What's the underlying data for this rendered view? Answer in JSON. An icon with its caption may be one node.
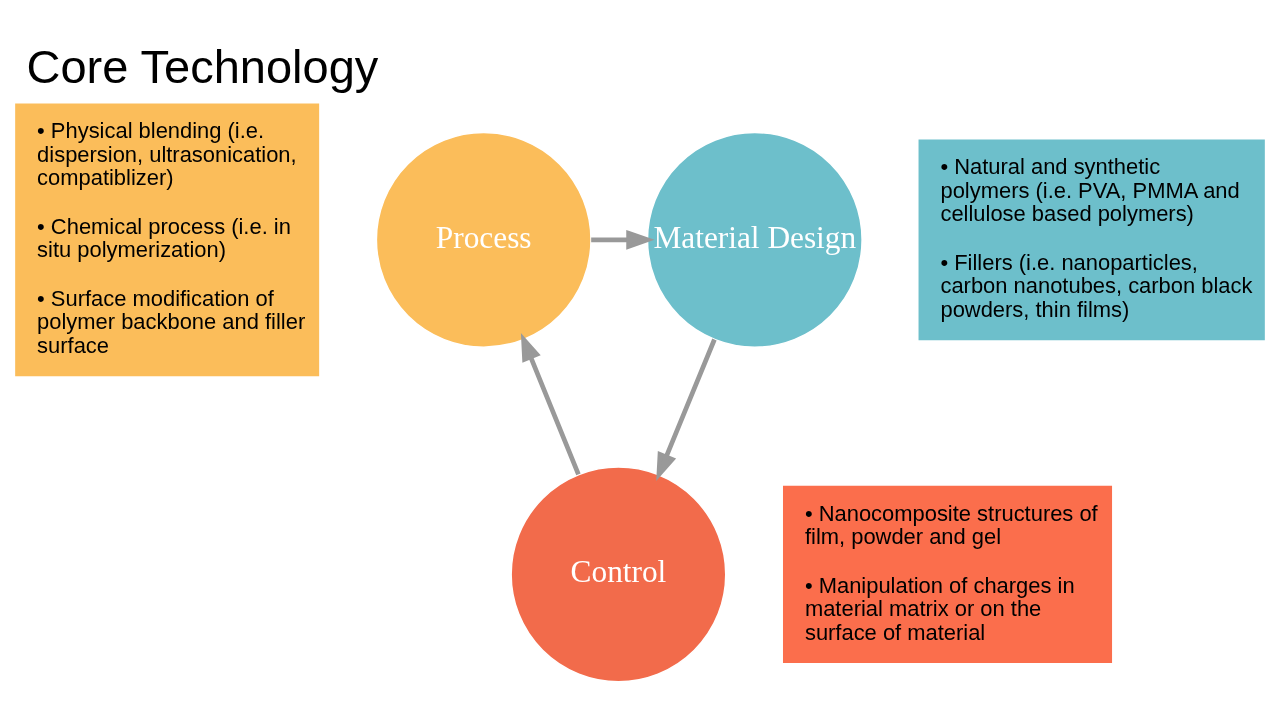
{
  "diagram": {
    "title": "Core Technology",
    "nodes": [
      {
        "text": [
          "Process"
        ]
      },
      {
        "text": [
          "Material Design"
        ]
      },
      {
        "text": [
          "Control"
        ]
      },
      {
        "text": [
          "• Physical blending (i.e. dispersion, ultrasonication, compatiblizer)",
          "• Chemical process (i.e. in situ polymerization)",
          "• Surface modification of polymer backbone and filler surface"
        ]
      },
      {
        "text": [
          "• Natural and synthetic polymers (i.e. PVA, PMMA and cellulose based polymers)",
          "• Fillers (i.e. nanoparticles, carbon nanotubes, carbon black powders, thin films)"
        ]
      },
      {
        "text": [
          "• Nanocomposite structures of film, powder and gel",
          "• Manipulation of charges in material matrix or on the surface of material"
        ]
      }
    ],
    "edges": [
      {
        "from": 0,
        "to": 1,
        "arrow": "to"
      },
      {
        "from": 1,
        "to": 2,
        "arrow": "to"
      },
      {
        "from": 2,
        "to": 0,
        "arrow": "to"
      }
    ]
  }
}
